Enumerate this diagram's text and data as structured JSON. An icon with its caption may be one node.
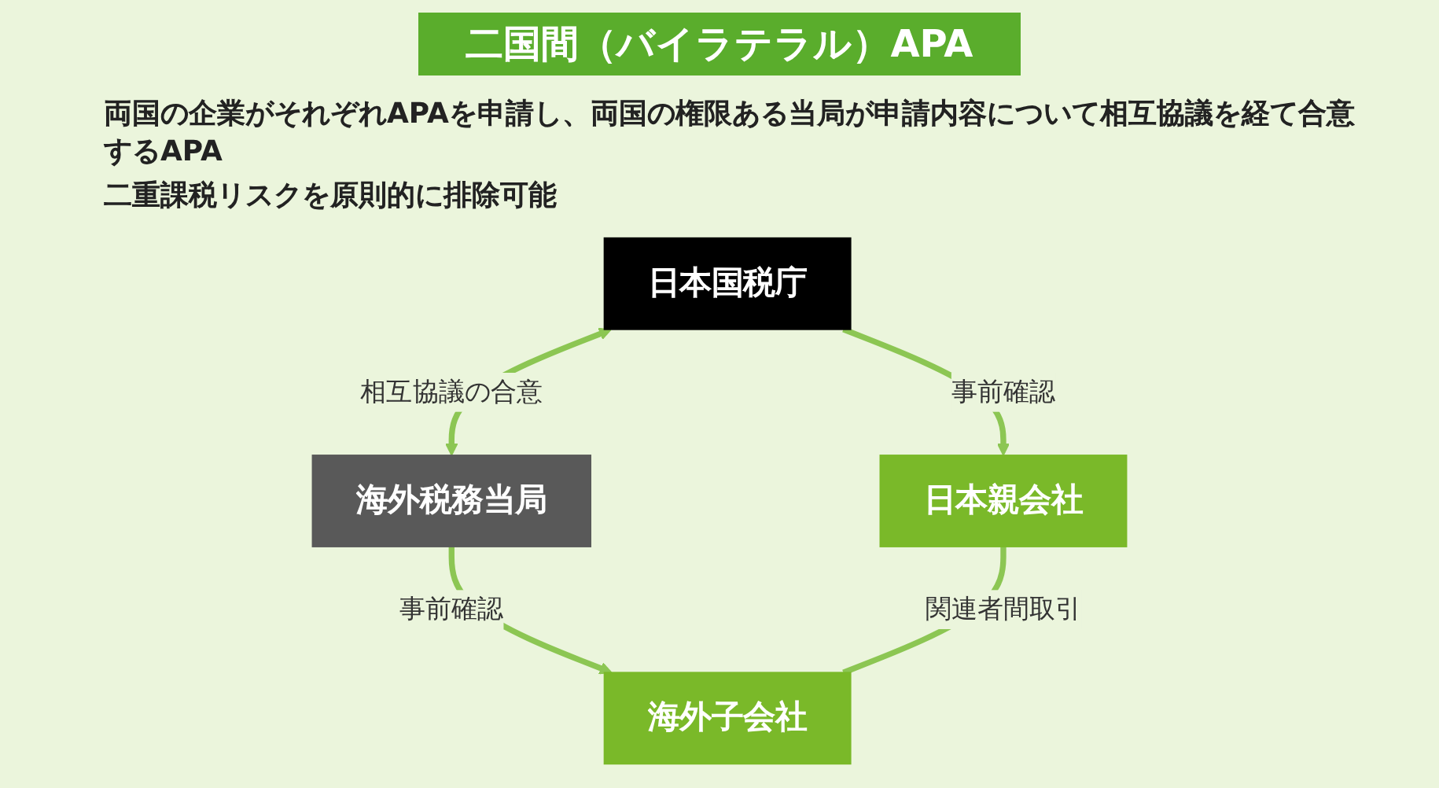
{
  "diagram": {
    "title": "二国間（バイラテラル）APA",
    "nodes": [
      {
        "text": [
          "日本国税庁"
        ]
      },
      {
        "text": [
          "海外税務当局"
        ]
      },
      {
        "text": [
          "日本親会社"
        ]
      },
      {
        "text": [
          "海外子会社"
        ]
      }
    ],
    "edges": [
      {
        "from": 0,
        "to": 1,
        "arrow": "both",
        "label": "相互協議の合意"
      },
      {
        "from": 0,
        "to": 2,
        "arrow": "to",
        "label": "事前確認"
      },
      {
        "from": 1,
        "to": 3,
        "arrow": "to",
        "label": "事前確認"
      },
      {
        "from": 2,
        "to": 3,
        "arrow": "none",
        "label": "関連者間取引"
      }
    ],
    "labels": [
      "両国の企業がそれぞれAPAを申請し、両国の権限ある当局が申請内容について相互協議を経て合意するAPA",
      "二重課税リスクを原則的に排除可能"
    ]
  }
}
